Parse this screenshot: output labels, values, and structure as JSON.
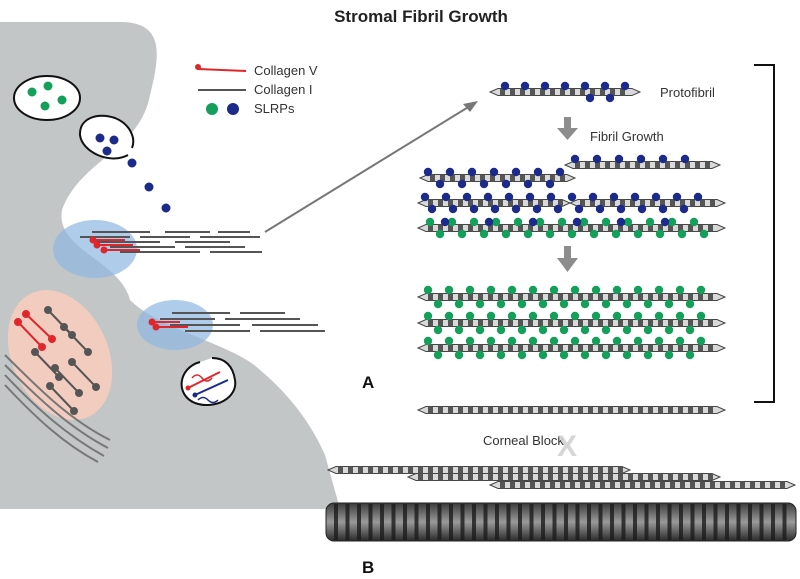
{
  "title": "Stromal Fibril Growth",
  "legend": {
    "collagen_v": "Collagen V",
    "collagen_i": "Collagen I",
    "slrps": "SLRPs"
  },
  "labels": {
    "protofibril": "Protofibril",
    "fibril_growth": "Fibril Growth",
    "corneal_block": "Corneal Block"
  },
  "panels": {
    "a": "A",
    "b": "B"
  },
  "colors": {
    "cell": "#c3c6c7",
    "collagen_v": "#e0262b",
    "collagen_i": "#555555",
    "slrp_green": "#14a05a",
    "slrp_blue": "#1c2a8c",
    "highlight_blue": "#8fb7e3",
    "organelle_pink": "#f2cdbf",
    "arrow": "#8d8d8d"
  }
}
